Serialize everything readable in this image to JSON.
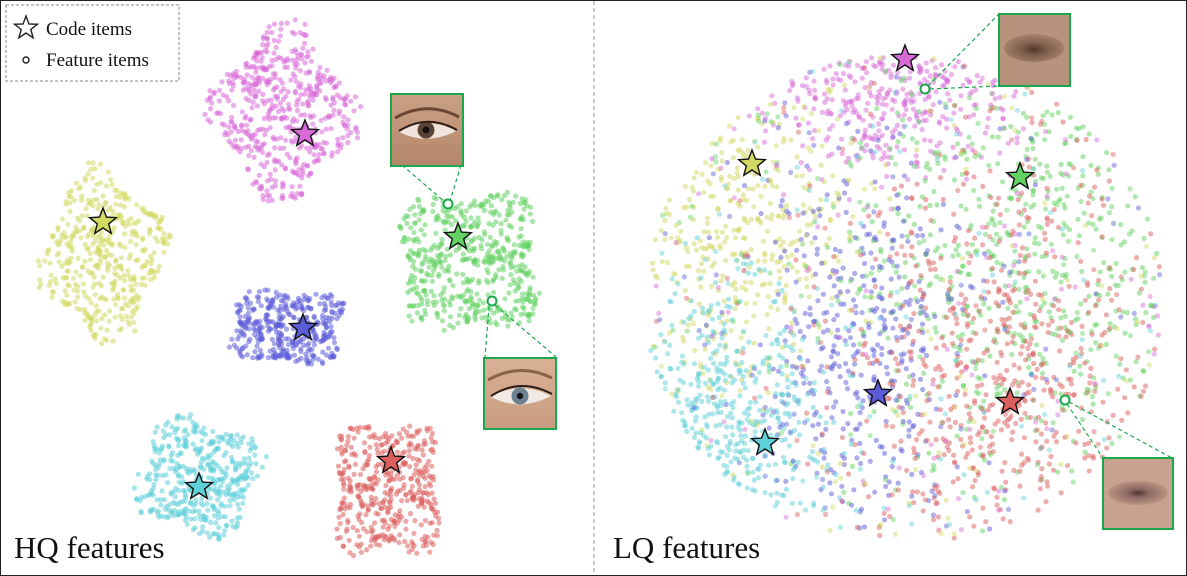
{
  "legend": {
    "code_label": "Code items",
    "feature_label": "Feature items"
  },
  "panels": [
    {
      "id": "hq",
      "title": "HQ features"
    },
    {
      "id": "lq",
      "title": "LQ features"
    }
  ],
  "colors": {
    "magenta": "#d86ad8",
    "yellow": "#d2d860",
    "green": "#62d262",
    "blue": "#5c5cd8",
    "cyan": "#5ed0d8",
    "red": "#dc5e5e",
    "highlight": "#19a84c",
    "star_outline": "#111111"
  },
  "clusters": [
    "magenta",
    "yellow",
    "green",
    "blue",
    "cyan",
    "red"
  ],
  "icons": {
    "code_item": "star-icon",
    "feature_item": "circle-icon",
    "patch": "eye-photo-thumbnail"
  }
}
